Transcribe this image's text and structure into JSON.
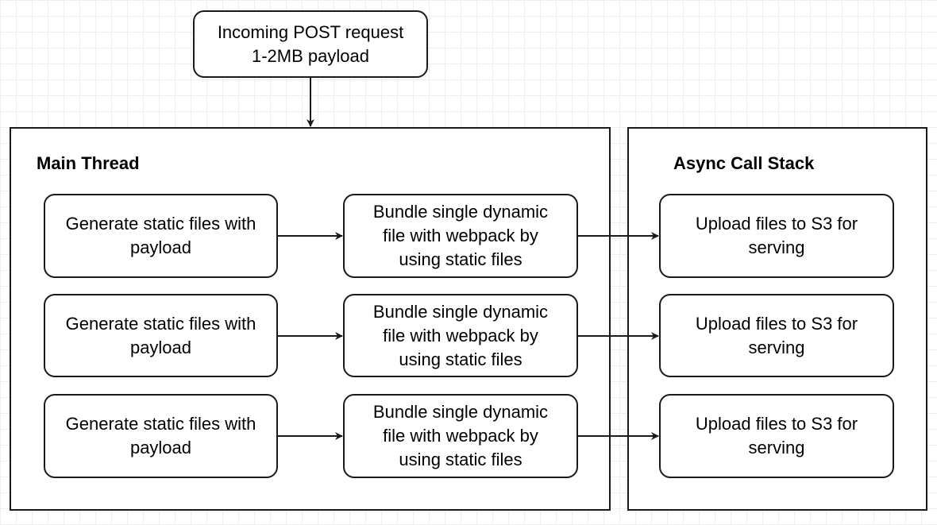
{
  "request": {
    "line1": "Incoming POST request",
    "line2": "1-2MB payload"
  },
  "main_thread": {
    "title": "Main Thread",
    "rows": [
      {
        "generate": [
          "Generate static files with",
          "payload"
        ],
        "bundle": [
          "Bundle single dynamic",
          "file with webpack by",
          "using static files"
        ]
      },
      {
        "generate": [
          "Generate static files with",
          "payload"
        ],
        "bundle": [
          "Bundle single dynamic",
          "file with webpack by",
          "using static files"
        ]
      },
      {
        "generate": [
          "Generate static files with",
          "payload"
        ],
        "bundle": [
          "Bundle single dynamic",
          "file with webpack by",
          "using static files"
        ]
      }
    ]
  },
  "async_stack": {
    "title": "Async Call Stack",
    "items": [
      [
        "Upload files to S3 for",
        "serving"
      ],
      [
        "Upload files to S3 for",
        "serving"
      ],
      [
        "Upload files to S3 for",
        "serving"
      ]
    ]
  },
  "colors": {
    "stroke": "#1a1a1a",
    "grid": "#eeeeee",
    "background": "#ffffff"
  }
}
